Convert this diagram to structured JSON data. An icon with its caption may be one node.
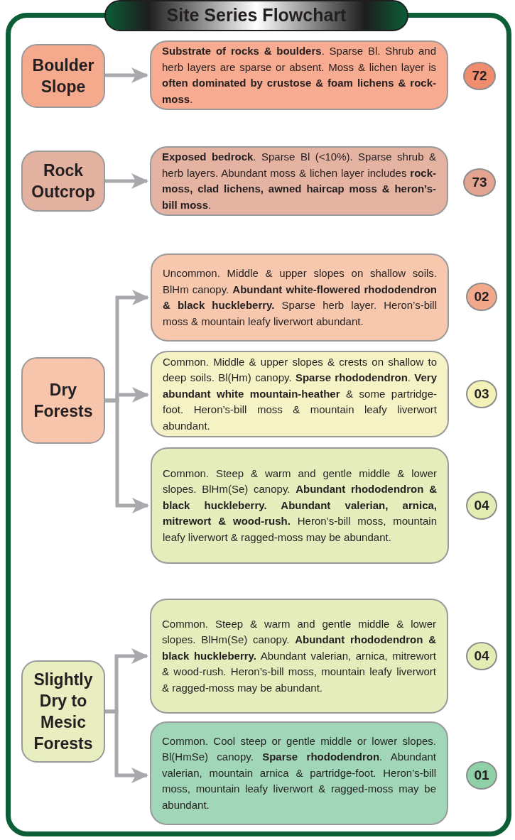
{
  "diagram": {
    "title": "Site Series Flowchart",
    "nodes": [
      {
        "text": [
          "Boulder Slope"
        ]
      },
      {
        "text": [
          "**Substrate of rocks & boulders**. Sparse Bl. Shrub and herb layers are sparse or absent. Moss & lichen layer is **often dominated by crustose & foam lichens & rock-moss**."
        ]
      },
      {
        "text": [
          "72"
        ]
      },
      {
        "text": [
          "Rock Outcrop"
        ]
      },
      {
        "text": [
          "**Exposed bedrock**. Sparse Bl (<10%). Sparse shrub & herb layers. Abundant moss & lichen layer includes **rock-moss, clad lichens, awned haircap moss & heron’s-bill moss**."
        ]
      },
      {
        "text": [
          "73"
        ]
      },
      {
        "text": [
          "Dry Forests"
        ]
      },
      {
        "text": [
          "Uncommon. Middle & upper slopes on shallow soils. BlHm canopy. **Abundant white-flowered rhododendron & black huckleberry.** Sparse herb layer. Heron’s-bill moss & mountain leafy liverwort abundant."
        ]
      },
      {
        "text": [
          "02"
        ]
      },
      {
        "text": [
          "Common. Middle & upper slopes & crests on shallow to deep soils. Bl(Hm) canopy. **Sparse rhododendron**. **Very abundant white mountain-heather** & some partridge-foot. Heron’s-bill moss & mountain leafy liverwort abundant."
        ]
      },
      {
        "text": [
          "03"
        ]
      },
      {
        "text": [
          "Common. Steep & warm and gentle middle & lower slopes. BlHm(Se) canopy. **Abundant rhododendron & black huckleberry. Abundant valerian, arnica, mitrewort & wood-rush.** Heron’s-bill moss, mountain leafy liverwort & ragged-moss may be abundant."
        ]
      },
      {
        "text": [
          "04"
        ]
      },
      {
        "text": [
          "Slightly Dry to Mesic Forests"
        ]
      },
      {
        "text": [
          "Common. Steep & warm and gentle middle & lower slopes. BlHm(Se) canopy. **Abundant rhododendron & black huckleberry.** Abundant valerian, arnica, mitrewort & wood-rush. Heron’s-bill moss, mountain leafy liverwort & ragged-moss may be abundant."
        ]
      },
      {
        "text": [
          "04"
        ]
      },
      {
        "text": [
          "Common. Cool steep or gentle middle or lower slopes. Bl(HmSe) canopy. **Sparse rhododendron**. Abundant valerian, mountain arnica & partridge-foot. Heron’s-bill moss, mountain leafy liverwort & ragged-moss may be abundant."
        ]
      },
      {
        "text": [
          "01"
        ]
      }
    ],
    "edges": [
      {
        "from": 0,
        "to": 1,
        "arrow": "to"
      },
      {
        "from": 3,
        "to": 4,
        "arrow": "to"
      },
      {
        "from": 6,
        "to": 7,
        "arrow": "to"
      },
      {
        "from": 6,
        "to": 9,
        "arrow": "to"
      },
      {
        "from": 6,
        "to": 11,
        "arrow": "to"
      },
      {
        "from": 13,
        "to": 14,
        "arrow": "to"
      },
      {
        "from": 13,
        "to": 16,
        "arrow": "to"
      }
    ]
  }
}
